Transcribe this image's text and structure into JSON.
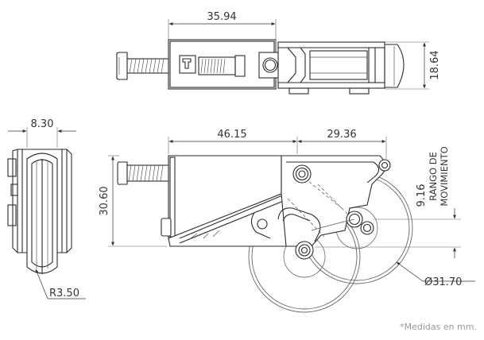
{
  "dimensions": {
    "top_width": "35.94",
    "top_height": "18.64",
    "side_width": "8.30",
    "side_radius": "R3.50",
    "front_width_left": "46.15",
    "front_width_right": "29.36",
    "front_height": "30.60",
    "wheel_diameter": "Ø31.70",
    "travel": "9.16",
    "travel_label_line1": "RANGO DE",
    "travel_label_line2": "MOVIMIENTO"
  },
  "note": "*Medidas en mm."
}
